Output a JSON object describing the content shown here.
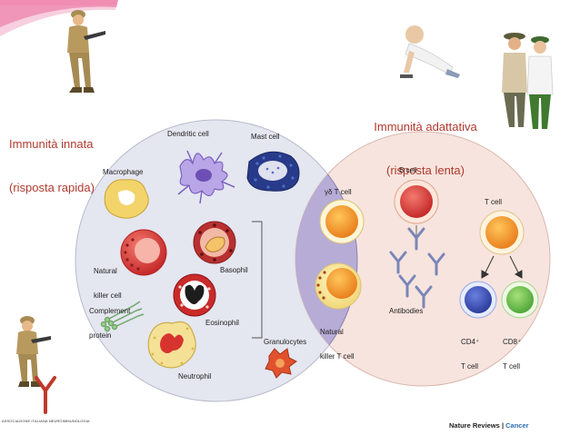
{
  "headings": {
    "innate_line1": "Immunità innata",
    "innate_line2": "(risposta rapida)",
    "adaptive_line1": "Immunità adattativa",
    "adaptive_line2": "(risposta lenta)"
  },
  "labels": {
    "dendritic": "Dendritic cell",
    "mast": "Mast cell",
    "macrophage": "Macrophage",
    "nk_line1": "Natural",
    "nk_line2": "killer cell",
    "basophil": "Basophil",
    "complement_line1": "Complement",
    "complement_line2": "protein",
    "eosinophil": "Eosinophil",
    "neutrophil": "Neutrophil",
    "granulocytes": "Granulocytes",
    "gd_t": "γδ T cell",
    "nkt_line1": "Natural",
    "nkt_line2": "killer T cell",
    "b_cell": "B cell",
    "antibodies": "Antibodies",
    "t_cell": "T cell",
    "cd4_line1": "CD4⁺",
    "cd4_line2": "T cell",
    "cd8_line1": "CD8⁺",
    "cd8_line2": "T cell"
  },
  "credit": {
    "journal": "Nature Reviews",
    "separator": " | ",
    "section": "Cancer"
  },
  "association": "ASSOCIAZIONE ITALIANA NEUROIMMUNOLOGIA",
  "colors": {
    "innate_circle": "#e4e6f0",
    "adaptive_circle": "#f7e4de",
    "overlap": "#b6acd6",
    "heading": "#b03a2e",
    "journal_accent": "#2a6fb0"
  }
}
